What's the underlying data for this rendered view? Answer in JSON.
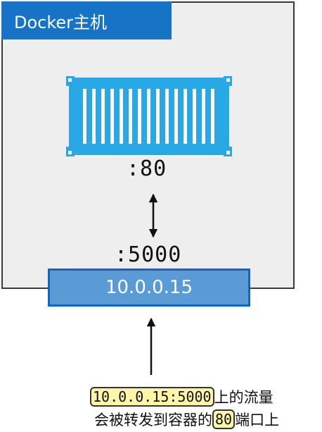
{
  "host": {
    "title": "Docker主机"
  },
  "container": {
    "icon": "shipping-container-icon",
    "color": "#29a8e6",
    "port": ":80"
  },
  "host_port": ":5000",
  "host_ip": "10.0.0.15",
  "colors": {
    "host_tab": "#1773c6",
    "ip_box_fill": "#5b9bd5",
    "ip_box_border": "#1565c0",
    "highlight": "#fff6a8"
  },
  "note": {
    "line1_highlight": "10.0.0.15:5000",
    "line1_text": "上的流量",
    "line2_prefix": "会被转发到容器的",
    "line2_highlight": "80",
    "line2_suffix": "端口上"
  }
}
